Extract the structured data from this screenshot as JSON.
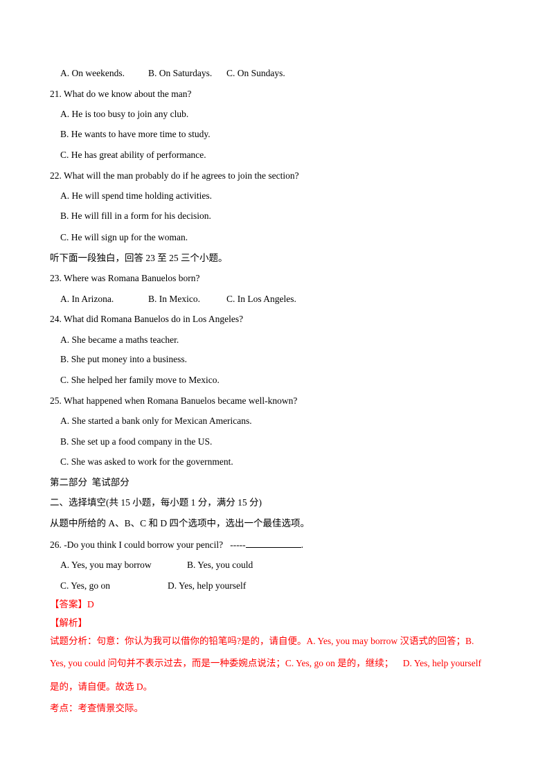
{
  "q20_options": {
    "a": "A. On weekends.",
    "b": "B. On Saturdays.",
    "c": "C. On Sundays."
  },
  "q21": {
    "stem": "21. What do we know about the man?",
    "a": "A. He is too busy to join any club.",
    "b": "B. He wants to have more time to study.",
    "c": "C. He has great ability of performance."
  },
  "q22": {
    "stem": "22. What will the man probably do if he agrees to join the section?",
    "a": "A. He will spend time holding activities.",
    "b": "B. He will fill in a form for his decision.",
    "c": "C. He will sign up for the woman."
  },
  "monologue_instruction": "听下面一段独白，回答 23 至 25 三个小题。",
  "q23": {
    "stem": "23. Where was Romana Banuelos born?",
    "a": "A. In Arizona.",
    "b": "B. In Mexico.",
    "c": "C. In Los Angeles."
  },
  "q24": {
    "stem": "24. What did Romana Banuelos do in Los Angeles?",
    "a": "A. She became a maths teacher.",
    "b": "B. She put money into a business.",
    "c": "C. She helped her family move to Mexico."
  },
  "q25": {
    "stem": "25. What happened when Romana Banuelos became well-known?",
    "a": "A. She started a bank only for Mexican Americans.",
    "b": "B. She set up a food company in the US.",
    "c": "C. She was asked to work for the government."
  },
  "part2_title": "第二部分  笔试部分",
  "section2_title": "二、选择填空(共 15 小题，每小题 1 分，满分 15 分)",
  "section2_instruction": "从题中所给的 A、B、C 和 D 四个选项中，选出一个最佳选项。",
  "q26": {
    "stem": "26. -Do you think I could borrow your pencil?   -----",
    "stem_end": ".",
    "a": "A. Yes, you may borrow",
    "b": "B. Yes, you could",
    "c": "C. Yes, go on",
    "d": "D. Yes, help yourself"
  },
  "answer_label": "【答案】D",
  "analysis_label": "【解析】",
  "analysis_lines": [
    "试题分析：句意：你认为我可以借你的铅笔吗?是的，请自便。A. Yes, you may borrow 汉语式的回答；B.",
    "Yes, you could 问句并不表示过去，而是一种委婉点说法；C. Yes, go on 是的，继续；    D. Yes, help yourself",
    "是的，请自便。故选 D。"
  ],
  "kaodian": "考点：考查情景交际。",
  "colors": {
    "text": "#000000",
    "answer_red": "#ff0000"
  }
}
